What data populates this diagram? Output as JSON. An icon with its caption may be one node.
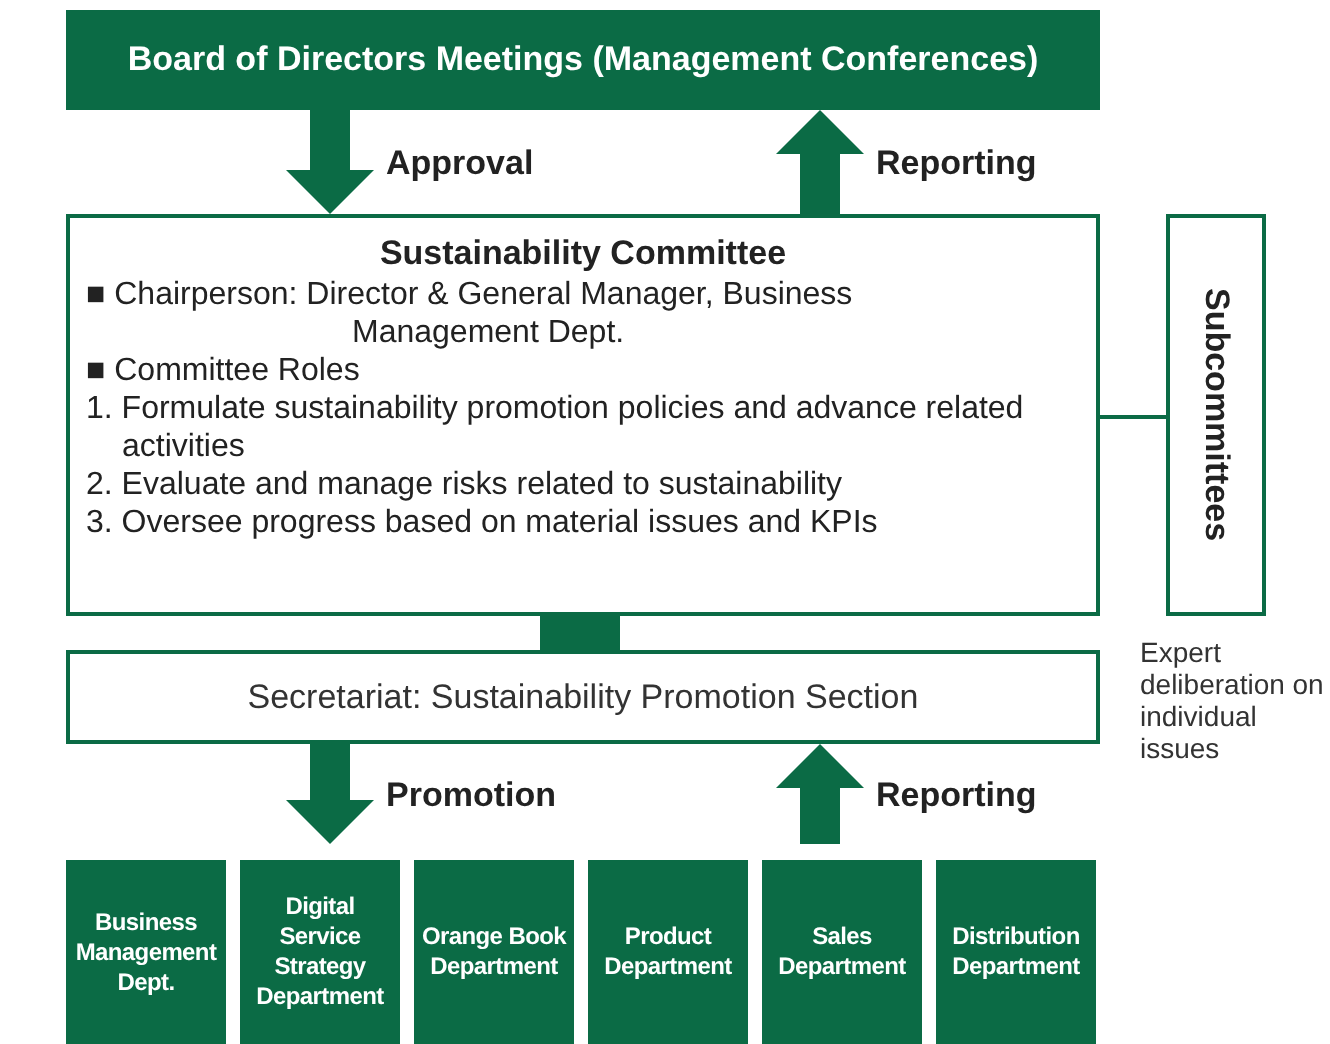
{
  "diagram": {
    "nodes": [
      {
        "text": [
          "Board of Directors Meetings (Management Conferences)"
        ]
      },
      {
        "text": [
          "Sustainability Committee",
          "■ Chairperson: Director & General Manager, Business Management Dept.",
          "■ Committee Roles",
          "1. Formulate sustainability promotion policies and advance related activities",
          "2. Evaluate and manage risks related to sustainability",
          "3. Oversee progress based on material issues and KPIs"
        ]
      },
      {
        "text": [
          "Subcommittees"
        ],
        "beside": [
          "Expert deliberation on individual issues"
        ]
      },
      {
        "text": [
          "Secretariat: Sustainability Promotion Section"
        ]
      },
      {
        "text": [
          "Business Management Dept."
        ]
      },
      {
        "text": [
          "Digital Service Strategy Department"
        ]
      },
      {
        "text": [
          "Orange Book Department"
        ]
      },
      {
        "text": [
          "Product Department"
        ]
      },
      {
        "text": [
          "Sales Department"
        ]
      },
      {
        "text": [
          "Distribution Department"
        ]
      }
    ],
    "edges": [
      {
        "from": 0,
        "to": 1,
        "arrow": "to",
        "label": "Approval"
      },
      {
        "from": 1,
        "to": 0,
        "arrow": "to",
        "label": "Reporting"
      },
      {
        "from": 1,
        "to": 2,
        "arrow": "none"
      },
      {
        "from": 1,
        "to": 3,
        "arrow": "none",
        "style": "thick"
      },
      {
        "from": 3,
        "to": null,
        "arrow": "to",
        "label": "Promotion"
      },
      {
        "from": null,
        "to": 3,
        "arrow": "to",
        "label": "Reporting"
      }
    ]
  }
}
